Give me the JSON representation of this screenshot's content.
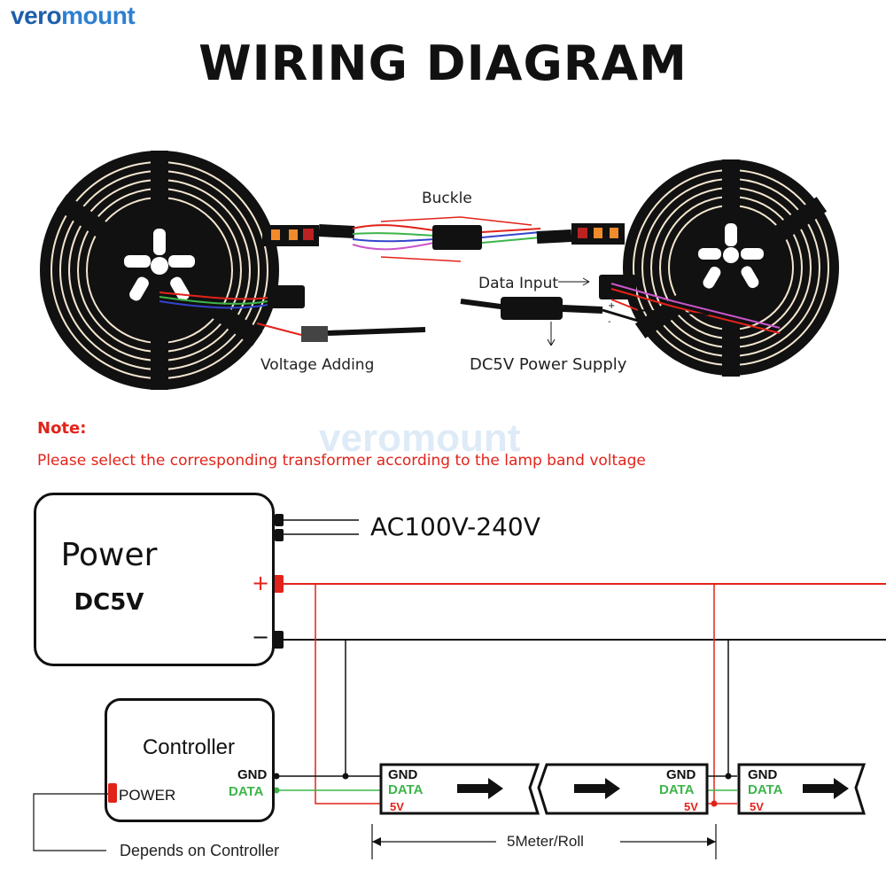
{
  "brand": {
    "part1": "vero",
    "part2": "mount"
  },
  "title": "WIRING DIAGRAM",
  "photo_labels": {
    "buckle": "Buckle",
    "data_input": "Data Input",
    "voltage_adding": "Voltage Adding",
    "dc5v_power_supply": "DC5V Power Supply"
  },
  "note": {
    "title": "Note:",
    "text": "Please select the corresponding transformer according to the lamp band voltage"
  },
  "watermark": "veromount",
  "power_supply": {
    "title": "Power",
    "voltage": "DC5V",
    "plus": "+",
    "minus": "−",
    "input": "AC100V-240V"
  },
  "controller": {
    "title": "Controller",
    "gnd": "GND",
    "data": "DATA",
    "power": "POWER",
    "note": "Depends on Controller"
  },
  "strip": {
    "gnd": "GND",
    "data": "DATA",
    "v": "5V",
    "length": "5Meter/Roll"
  },
  "colors": {
    "red": "#e2231a",
    "green": "#3db54a",
    "black": "#111111",
    "brand": "#1e5fa8"
  }
}
